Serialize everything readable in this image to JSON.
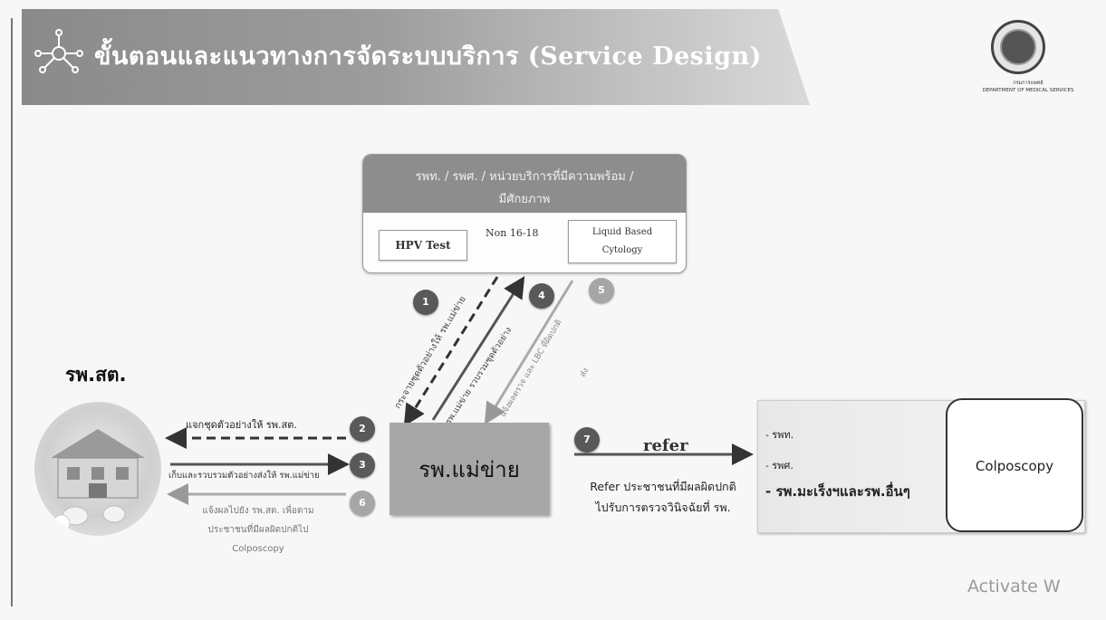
{
  "title": "ขั้นตอนและแนวทางการจัดระบบบริการ (Service Design)",
  "logo": {
    "caption_lines": [
      "กรมการแพทย์",
      "DEPARTMENT OF MEDICAL SERVICES"
    ]
  },
  "lab_box": {
    "header_lines": [
      "รพท. / รพศ. / หน่วยบริการที่มีความพร้อม /",
      "มีศักยภาพ"
    ],
    "hpv_test": "HPV Test",
    "non_label": "Non 16-18",
    "lbc_lines": [
      "Liquid Based",
      "Cytology"
    ]
  },
  "steps": {
    "s1": "1",
    "s2": "2",
    "s3": "3",
    "s4": "4",
    "s5": "5",
    "s6": "6",
    "s7": "7"
  },
  "labels": {
    "step1": "กระจายชุดตัวอย่างให้ รพ.แม่ข่าย",
    "step2": "แจกชุดตัวอย่างให้ รพ.สต.",
    "step3": "เก็บและรวบรวมตัวอย่างส่งให้ รพ.แม่ข่าย",
    "step4": "รพ.แม่ข่าย รวบรวมชุดตัวอย่าง",
    "step5": "แจ้งผลตรวจ และ LBC ที่ผิดปกติ",
    "step5_line2": "ส่ง",
    "step6_lines": [
      "แจ้งผลไปยัง รพ.สต. เพื่อตาม",
      "ประชาชนที่มีผลผิดปกติไป",
      "Colposcopy"
    ]
  },
  "rpst": "รพ.สต.",
  "hub": "รพ.แม่ข่าย",
  "refer": {
    "label": "refer",
    "desc_lines": [
      "Refer ประชาชนที่มีผลผิดปกติ",
      "ไปรับการตรวจวินิจฉัยที่ รพ."
    ]
  },
  "destination": {
    "items": [
      "- รพท.",
      "- รพศ.",
      "- รพ.มะเร็งฯและรพ.อื่นๆ"
    ],
    "colposcopy": "Colposcopy"
  },
  "watermark": "Activate W"
}
